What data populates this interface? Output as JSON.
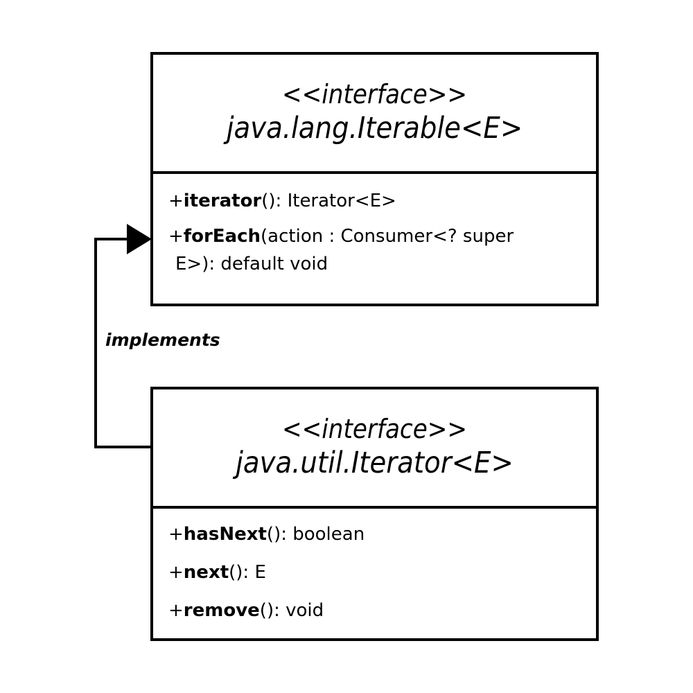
{
  "iterable": {
    "stereotype": "<<interface>>",
    "name": "java.lang.Iterable<E>",
    "operations": [
      {
        "vis": "+",
        "name": "iterator",
        "sig": "(): Iterator<E>"
      },
      {
        "vis": "+",
        "name": "forEach",
        "sig": "(action : Consumer<? super",
        "sig2": "E>): default void"
      }
    ]
  },
  "iterator": {
    "stereotype": "<<interface>>",
    "name": "java.util.Iterator<E>",
    "operations": [
      {
        "vis": "+",
        "name": "hasNext",
        "sig": "(): boolean"
      },
      {
        "vis": "+",
        "name": "next",
        "sig": "(): E"
      },
      {
        "vis": "+",
        "name": "remove",
        "sig": "(): void"
      }
    ]
  },
  "relation": {
    "label": "implements"
  }
}
